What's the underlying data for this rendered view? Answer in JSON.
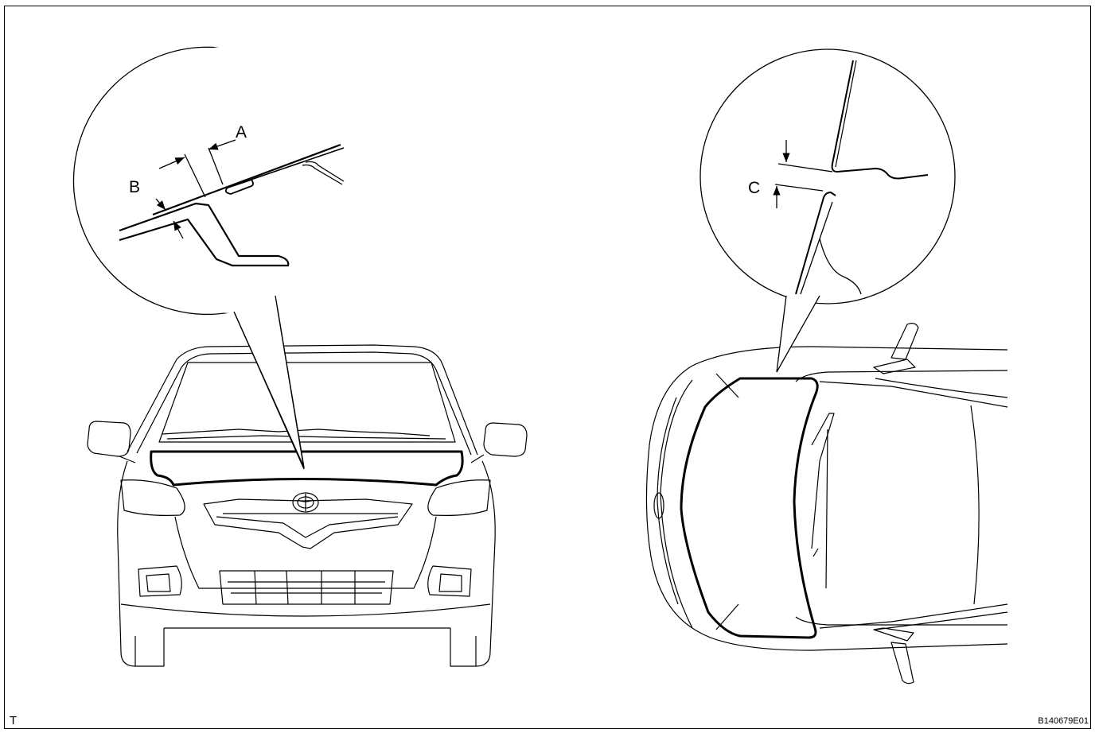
{
  "labels": {
    "a": "A",
    "b": "B",
    "c": "C"
  },
  "corner_left": "T",
  "figure_code": "B140679E01",
  "colors": {
    "line": "#000000",
    "background": "#ffffff"
  }
}
